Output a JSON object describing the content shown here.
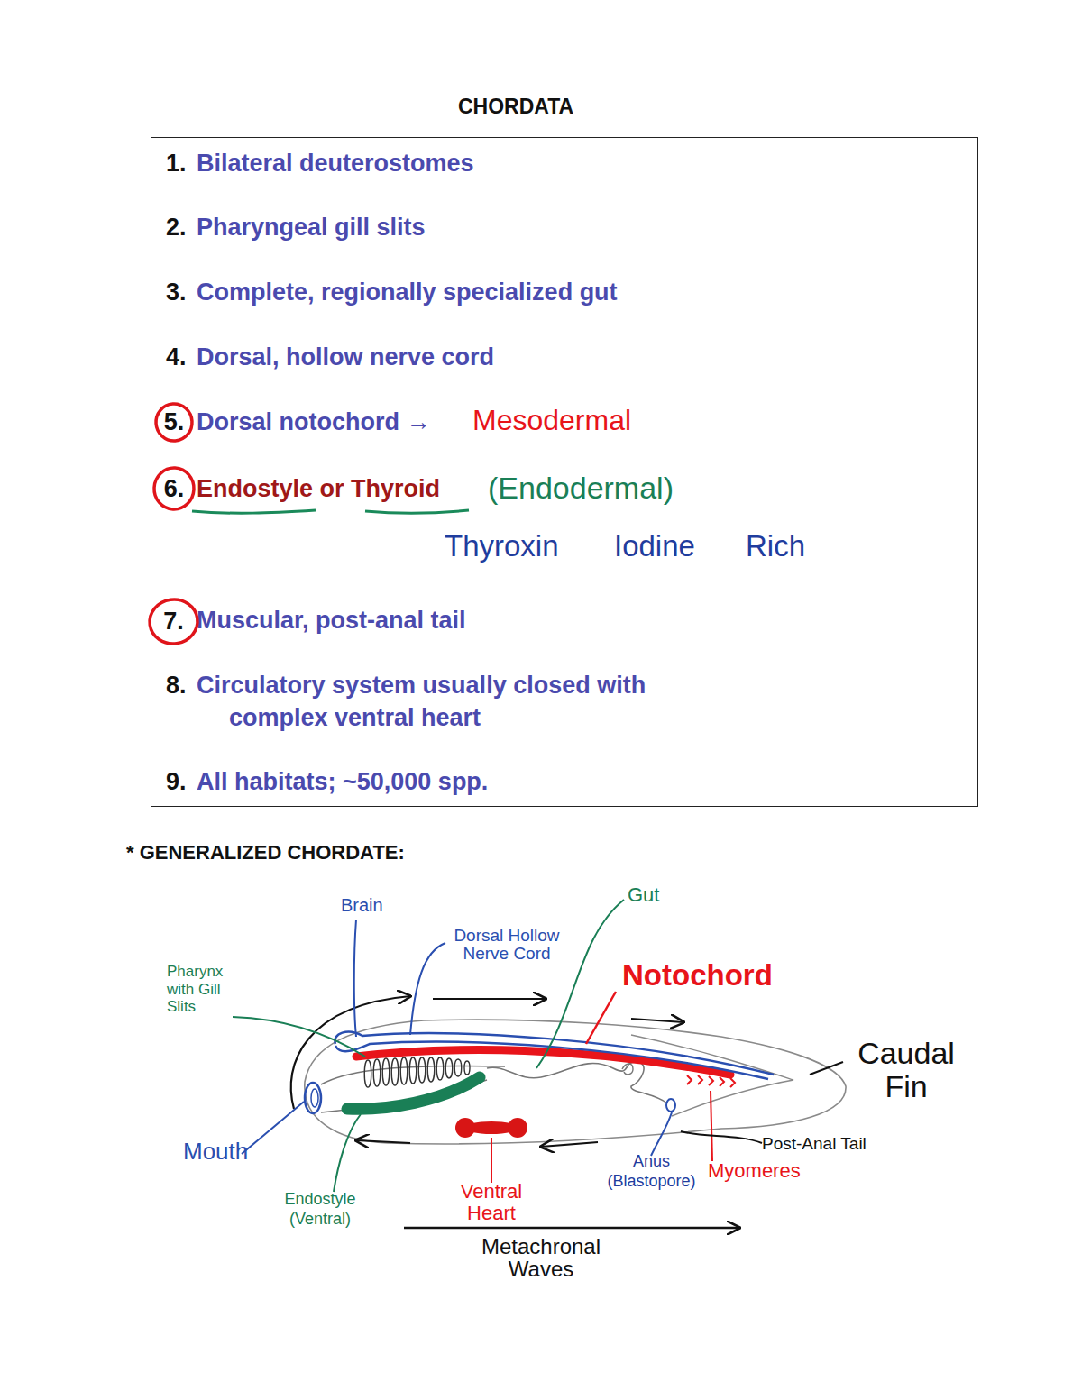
{
  "diagram": {
    "title": "CHORDATA",
    "nodes": [
      {
        "text": [
          "1.",
          "Bilateral deuterostomes",
          "2.",
          "Pharyngeal gill slits",
          "3.",
          "Complete, regionally specialized gut",
          "4.",
          "Dorsal, hollow nerve cord",
          "Dorsal notochord →",
          "Mesodermal",
          "Endostyle or Thyroid",
          "(Endodermal)",
          "Thyroxin",
          "Iodine",
          "Rich",
          "Muscular, post-anal tail",
          "8.",
          "Circulatory system usually closed with complex ventral heart",
          "9.",
          "All habitats; ~50,000 spp."
        ]
      },
      {
        "text": [
          "5."
        ],
        "in": 0
      },
      {
        "text": [
          "6."
        ],
        "in": 0
      },
      {
        "text": [
          "7."
        ],
        "in": 0
      }
    ],
    "labels": [
      "* GENERALIZED CHORDATE:",
      "Brain",
      "Gut",
      "Dorsal Hollow Nerve Cord",
      "Pharynx with Gill Slits",
      "Notochord",
      "Caudal Fin",
      "Mouth",
      "Post-Anal Tail",
      "Endostyle (Ventral)",
      "Ventral Heart",
      "Anus (Blastopore)",
      "Myomeres",
      "Metachronal Waves"
    ]
  }
}
